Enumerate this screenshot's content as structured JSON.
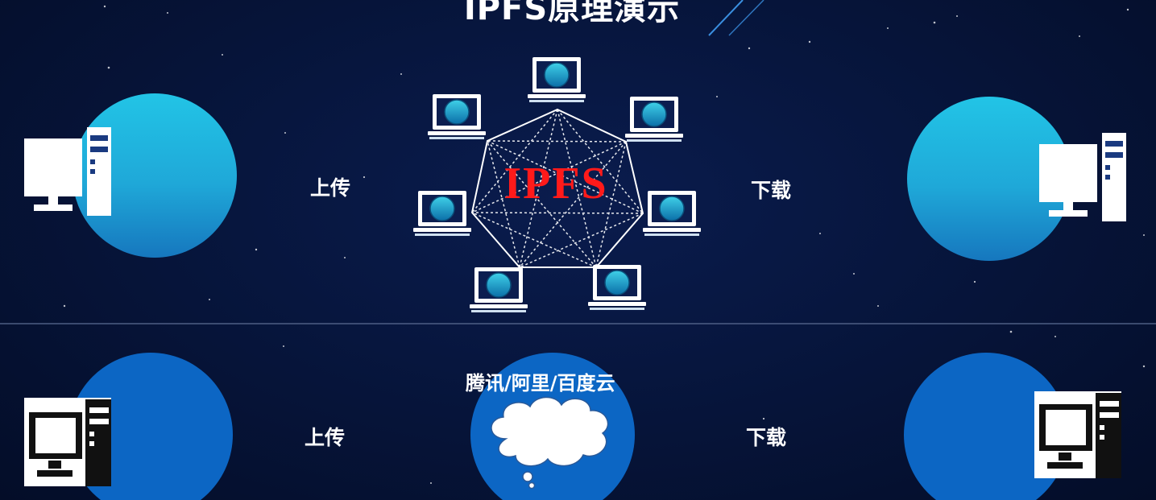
{
  "title": "IPFS原理演示",
  "ipfs": {
    "label": "IPFS",
    "upload_label": "上传",
    "download_label": "下载"
  },
  "cloud": {
    "label": "腾讯/阿里/百度云",
    "upload_label": "上传",
    "download_label": "下载"
  },
  "colors": {
    "accent_cyan": "#22bde0",
    "accent_blue": "#0c66c4",
    "ipfs_red": "#ff1a1a",
    "background": "#061439"
  }
}
